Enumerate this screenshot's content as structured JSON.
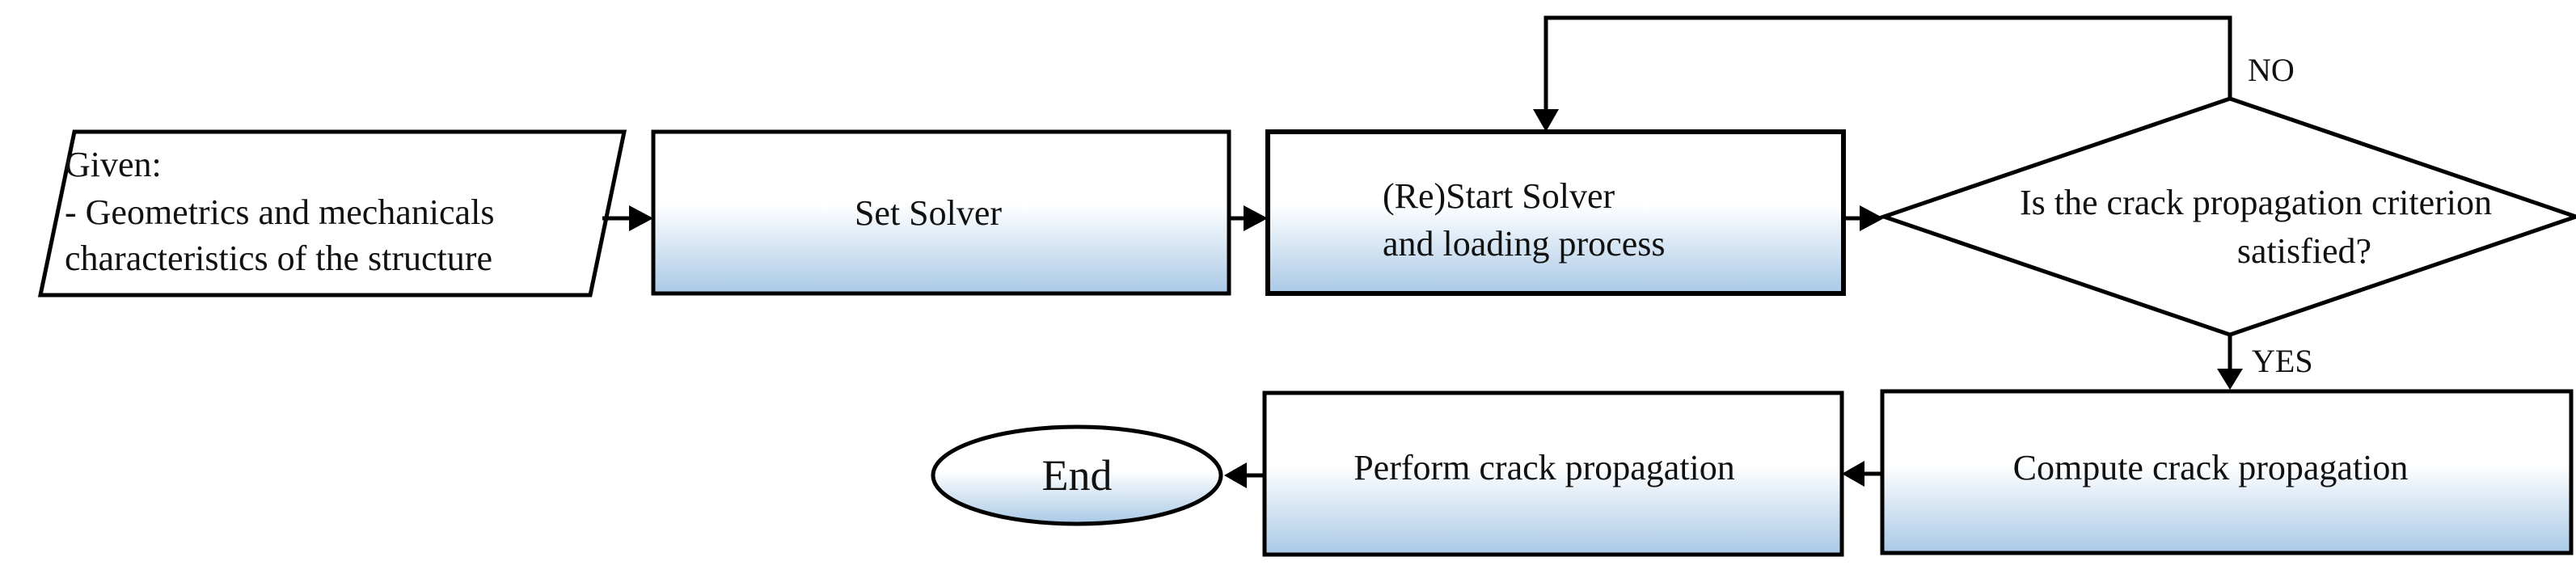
{
  "nodes": {
    "given": {
      "line1": "Given:",
      "line2": "- Geometrics and mechanicals",
      "line3": "characteristics of the structure"
    },
    "set_solver": {
      "label": "Set Solver"
    },
    "restart_solver": {
      "line1": "(Re)Start Solver",
      "line2": "and loading process"
    },
    "criterion": {
      "line1": "Is the crack  propagation criterion",
      "line2": "satisfied?"
    },
    "compute": {
      "label": "Compute crack propagation"
    },
    "perform": {
      "label": "Perform crack propagation"
    },
    "end": {
      "label": "End"
    }
  },
  "edges": {
    "no_label": "NO",
    "yes_label": "YES"
  },
  "colors": {
    "stroke": "#000000",
    "fill_top": "#ffffff",
    "fill_bottom": "#a9c9e6"
  }
}
